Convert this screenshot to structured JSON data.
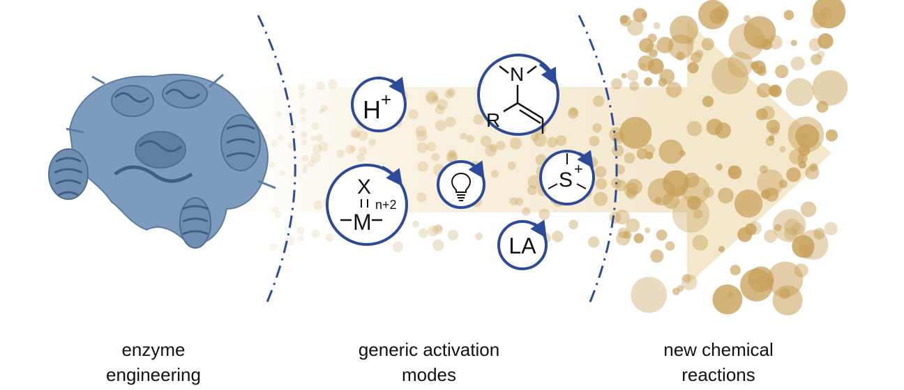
{
  "sections": [
    {
      "id": "left",
      "line1": "enzyme",
      "line2": "engineering"
    },
    {
      "id": "middle",
      "line1": "generic activation",
      "line2": "modes"
    },
    {
      "id": "right",
      "line1": "new chemical",
      "line2": "reactions"
    }
  ],
  "modes": {
    "proton": {
      "base": "H",
      "sup": "+"
    },
    "oxo": {
      "top": "X",
      "metal": "M",
      "sup": "n+2"
    },
    "light": {
      "icon": "lightbulb-icon"
    },
    "enamine": {
      "n": "N",
      "r": "R"
    },
    "sulfonium": {
      "base": "S",
      "sup": "+"
    },
    "lewis": {
      "label": "LA"
    }
  },
  "colors": {
    "circle": "#2b4a9a",
    "protein": "#6f8fb2",
    "dots": "#c8a15a",
    "divider": "#2b4a9a"
  }
}
